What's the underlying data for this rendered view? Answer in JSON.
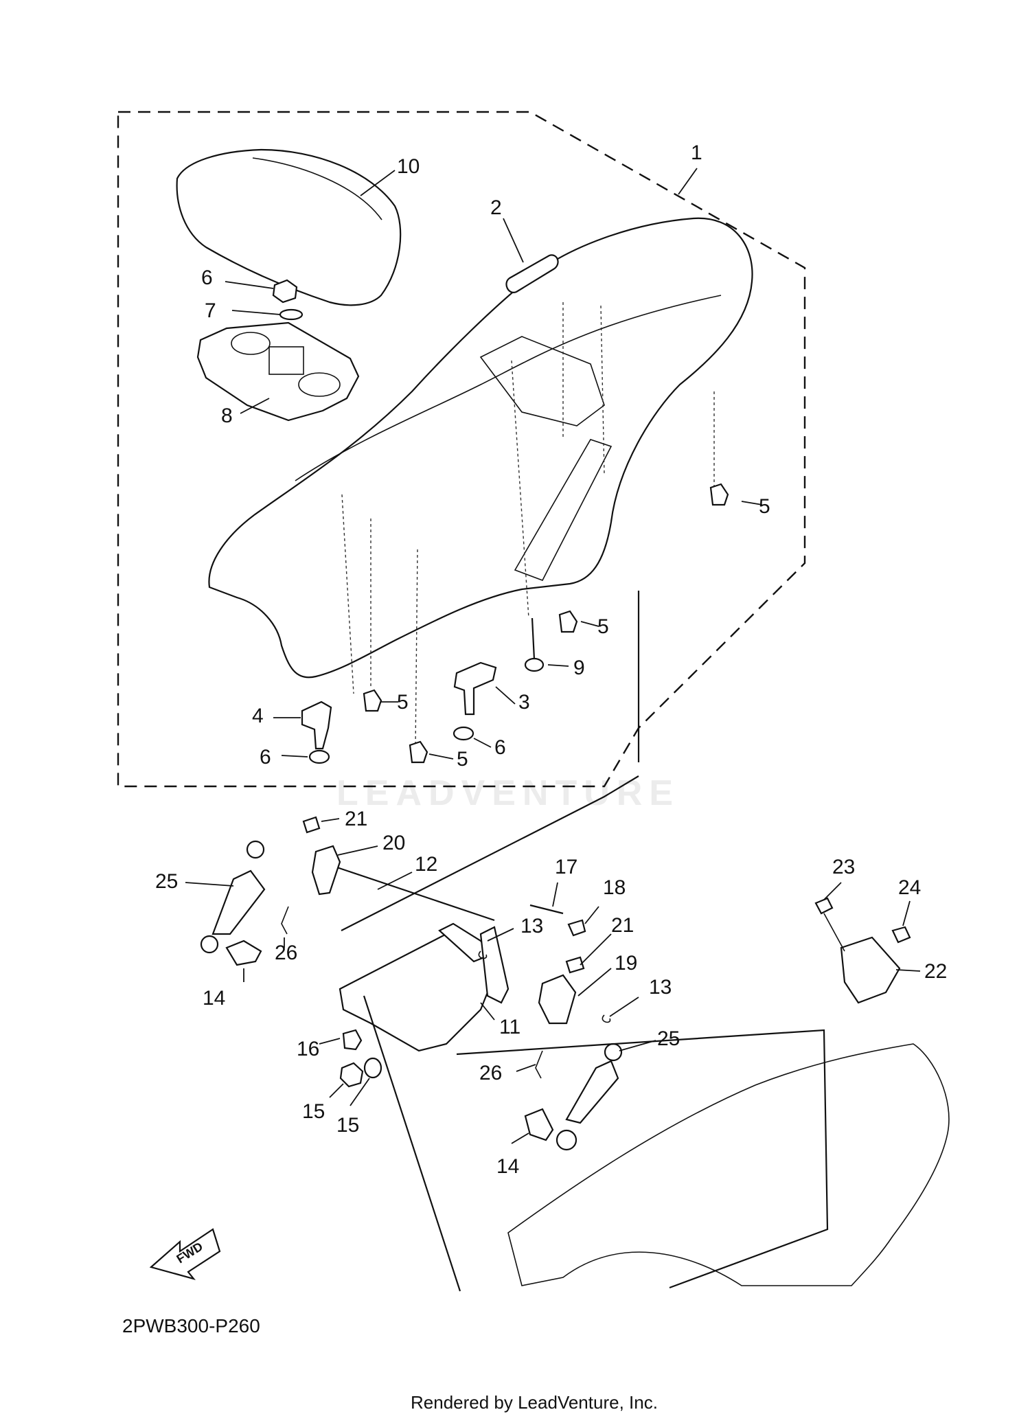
{
  "diagram_code": "2PWB300-P260",
  "render_credit": "Rendered by LeadVenture, Inc.",
  "watermark_text": "LEADVENTURE",
  "fwd_label": "FWD",
  "callouts": [
    {
      "id": "c1",
      "label": "1"
    },
    {
      "id": "c2",
      "label": "2"
    },
    {
      "id": "c10",
      "label": "10"
    },
    {
      "id": "c6a",
      "label": "6"
    },
    {
      "id": "c7",
      "label": "7"
    },
    {
      "id": "c8",
      "label": "8"
    },
    {
      "id": "c5a",
      "label": "5"
    },
    {
      "id": "c5b",
      "label": "5"
    },
    {
      "id": "c9",
      "label": "9"
    },
    {
      "id": "c3",
      "label": "3"
    },
    {
      "id": "c6b",
      "label": "6"
    },
    {
      "id": "c4",
      "label": "4"
    },
    {
      "id": "c5c",
      "label": "5"
    },
    {
      "id": "c5d",
      "label": "5"
    },
    {
      "id": "c6c",
      "label": "6"
    },
    {
      "id": "c21a",
      "label": "21"
    },
    {
      "id": "c20",
      "label": "20"
    },
    {
      "id": "c12",
      "label": "12"
    },
    {
      "id": "c25a",
      "label": "25"
    },
    {
      "id": "c26a",
      "label": "26"
    },
    {
      "id": "c14a",
      "label": "14"
    },
    {
      "id": "c17",
      "label": "17"
    },
    {
      "id": "c18",
      "label": "18"
    },
    {
      "id": "c13a",
      "label": "13"
    },
    {
      "id": "c21b",
      "label": "21"
    },
    {
      "id": "c19",
      "label": "19"
    },
    {
      "id": "c13b",
      "label": "13"
    },
    {
      "id": "c11",
      "label": "11"
    },
    {
      "id": "c16",
      "label": "16"
    },
    {
      "id": "c25b",
      "label": "25"
    },
    {
      "id": "c26b",
      "label": "26"
    },
    {
      "id": "c15a",
      "label": "15"
    },
    {
      "id": "c15b",
      "label": "15"
    },
    {
      "id": "c14b",
      "label": "14"
    },
    {
      "id": "c23",
      "label": "23"
    },
    {
      "id": "c24",
      "label": "24"
    },
    {
      "id": "c22",
      "label": "22"
    }
  ]
}
